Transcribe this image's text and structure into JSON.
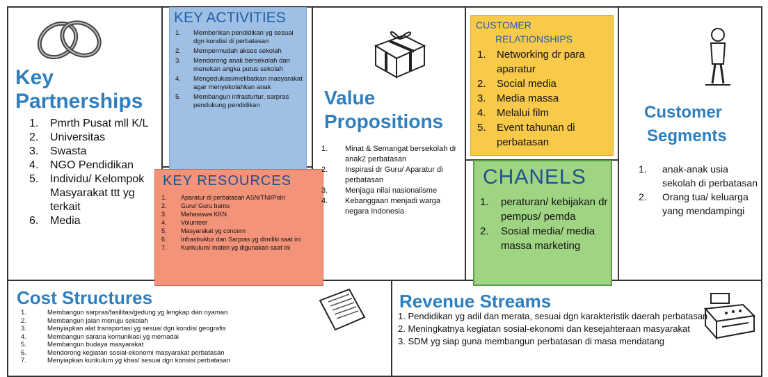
{
  "colors": {
    "title_blue": "#2e7fbf",
    "key_activities_bg": "#9fc0e4",
    "key_resources_bg": "#f2937a",
    "customer_relationships_bg": "#f9c94a",
    "channels_bg": "#9fd483"
  },
  "icons": {
    "key_partnerships": "chain-links-icon",
    "value_propositions": "gift-box-icon",
    "customer_segments": "person-icon",
    "cost_structures": "receipt-icon",
    "revenue_streams": "cash-register-icon"
  },
  "key_partnerships": {
    "title_line1": "Key",
    "title_line2": "Partnerships",
    "items": [
      {
        "num": "1.",
        "text": "Pmrth Pusat mll K/L"
      },
      {
        "num": "2.",
        "text": "Universitas"
      },
      {
        "num": "3.",
        "text": "Swasta"
      },
      {
        "num": "4.",
        "text": "NGO Pendidikan"
      },
      {
        "num": "5.",
        "text": "Individu/ Kelompok Masyarakat ttt yg terkait"
      },
      {
        "num": "6.",
        "text": "Media"
      }
    ]
  },
  "key_activities": {
    "title": "KEY ACTIVITIES",
    "items": [
      {
        "num": "1.",
        "text": "Memberikan pendidikan yg sesuai dgn kondisi di perbatasan"
      },
      {
        "num": "2.",
        "text": "Mempermudah akses sekolah"
      },
      {
        "num": "3.",
        "text": "Mendorong anak bersekolah dan menekan angka putus sekolah"
      },
      {
        "num": "4.",
        "text": "Mengedukasi/melibatkan masyarakat agar menyekolahkan anak"
      },
      {
        "num": "5.",
        "text": "Membangun infrasturtur, sarpras pendukung pendidikan"
      }
    ]
  },
  "key_resources": {
    "title": "KEY RESOURCES",
    "items": [
      {
        "num": "1.",
        "text": "Aparatur di perbatasan ASN/TNI/Polri"
      },
      {
        "num": "2.",
        "text": "Guru/ Guru bantu"
      },
      {
        "num": "3.",
        "text": "Mahasiswa KKN"
      },
      {
        "num": "4.",
        "text": "Volunteer"
      },
      {
        "num": "5.",
        "text": "Masyarakat yg concern"
      },
      {
        "num": "6.",
        "text": "Infrastruktur dan Sarpras yg dimiliki saat ini"
      },
      {
        "num": "7.",
        "text": "Kurikulum/ materi yg digunakan saat ini"
      }
    ]
  },
  "value_propositions": {
    "title_line1": "Value",
    "title_line2": "Propositions",
    "items": [
      {
        "num": "1.",
        "text": "Minat & Semangat bersekolah dr anak2 perbatasan"
      },
      {
        "num": "2.",
        "text": "Inspirasi dr Guru/ Aparatur di perbatasan"
      },
      {
        "num": "3.",
        "text": "Menjaga nilai nasionalisme"
      },
      {
        "num": "4.",
        "text": "Kebanggaan menjadi warga negara Indonesia"
      }
    ]
  },
  "customer_relationships": {
    "title_line1": "CUSTOMER",
    "title_line2": "RELATIONSHIPS",
    "items": [
      {
        "num": "1.",
        "text": "Networking dr para aparatur"
      },
      {
        "num": "2.",
        "text": "Social media"
      },
      {
        "num": "3.",
        "text": "Media massa"
      },
      {
        "num": "4.",
        "text": "Melalui film"
      },
      {
        "num": "5.",
        "text": "Event tahunan di perbatasan"
      }
    ]
  },
  "channels": {
    "title": "CHANELS",
    "items": [
      {
        "num": "1.",
        "text": "peraturan/ kebijakan dr pempus/ pemda"
      },
      {
        "num": "2.",
        "text": "Sosial media/ media massa marketing"
      }
    ]
  },
  "customer_segments": {
    "title_line1": "Customer",
    "title_line2": "Segments",
    "items": [
      {
        "num": "1.",
        "text": "anak-anak usia sekolah di perbatasan"
      },
      {
        "num": "2.",
        "text": "Orang tua/ keluarga yang mendampingi"
      }
    ]
  },
  "cost_structures": {
    "title": "Cost Structures",
    "items": [
      {
        "num": "1.",
        "text": "Membangun sarpras/fasilitas/gedung yg lengkap dan nyaman"
      },
      {
        "num": "2.",
        "text": "Membangun jalan menuju sekolah"
      },
      {
        "num": "3.",
        "text": "Menyiapkan alat transportasi yg sesuai dgn kondisi geografis"
      },
      {
        "num": "4.",
        "text": "Membangun sarana komunikasi yg memadai"
      },
      {
        "num": "5.",
        "text": "Membangun budaya masyarakat"
      },
      {
        "num": "6.",
        "text": "Mendorong kegiatan sosial-ekonomi masyarakat perbatasan"
      },
      {
        "num": "7.",
        "text": "Menyiapkan kurikulum yg khas/ sesuai dgn konsisi perbatasan"
      }
    ]
  },
  "revenue_streams": {
    "title": "Revenue Streams",
    "items": [
      {
        "text": "1. Pendidikan yg adil dan merata, sesuai dgn karakteristik daerah perbatasan"
      },
      {
        "text": "2. Meningkatnya kegiatan sosial-ekonomi dan kesejahteraan masyarakat"
      },
      {
        "text": "3. SDM yg siap guna membangun perbatasan di masa mendatang"
      }
    ]
  }
}
